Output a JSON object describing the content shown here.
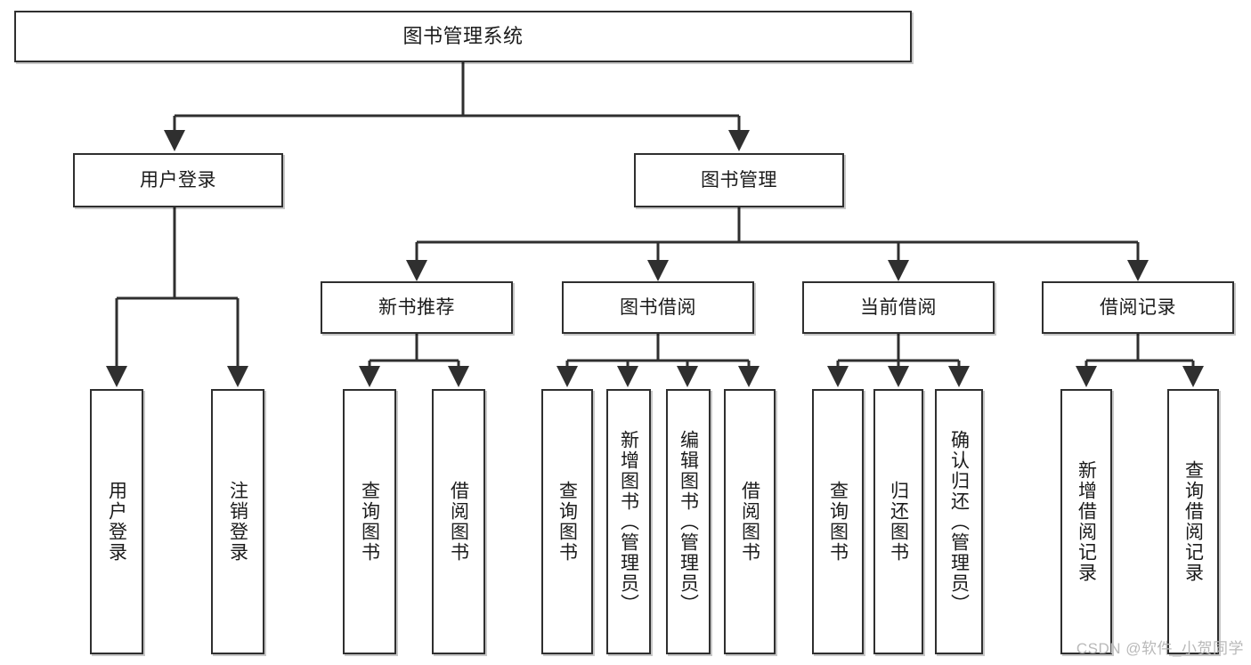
{
  "diagram": {
    "title": "图书管理系统",
    "type": "tree",
    "colors": {
      "box_border": "#2f2f2f",
      "box_fill": "#ffffff",
      "edge": "#2f2f2f",
      "text": "#1b1b1b",
      "watermark": "#b9b9b9"
    },
    "levels": {
      "root": "图书管理系统",
      "level2": [
        "用户登录",
        "图书管理"
      ],
      "level3": [
        "新书推荐",
        "图书借阅",
        "当前借阅",
        "借阅记录"
      ]
    },
    "nodes": {
      "root": {
        "label": "图书管理系统",
        "orientation": "horizontal"
      },
      "user_login": {
        "label": "用户登录",
        "orientation": "horizontal"
      },
      "book_manage": {
        "label": "图书管理",
        "orientation": "horizontal"
      },
      "new_book_rec": {
        "label": "新书推荐",
        "orientation": "horizontal"
      },
      "book_borrow": {
        "label": "图书借阅",
        "orientation": "horizontal"
      },
      "current_borrow": {
        "label": "当前借阅",
        "orientation": "horizontal"
      },
      "borrow_record": {
        "label": "借阅记录",
        "orientation": "horizontal"
      },
      "leaf_user_login": {
        "label": "用户登录",
        "orientation": "vertical"
      },
      "leaf_logout": {
        "label": "注销登录",
        "orientation": "vertical"
      },
      "leaf_query_book_rec": {
        "label": "查询图书",
        "orientation": "vertical"
      },
      "leaf_borrow_book_rec": {
        "label": "借阅图书",
        "orientation": "vertical"
      },
      "leaf_query_book_borrow": {
        "label": "查询图书",
        "orientation": "vertical"
      },
      "leaf_add_book": {
        "label": "新增图书（管理员）",
        "orientation": "vertical"
      },
      "leaf_edit_book": {
        "label": "编辑图书（管理员）",
        "orientation": "vertical"
      },
      "leaf_borrow_book": {
        "label": "借阅图书",
        "orientation": "vertical"
      },
      "leaf_query_book_cur": {
        "label": "查询图书",
        "orientation": "vertical"
      },
      "leaf_return_book": {
        "label": "归还图书",
        "orientation": "vertical"
      },
      "leaf_confirm_return": {
        "label": "确认归还（管理员）",
        "orientation": "vertical"
      },
      "leaf_add_record": {
        "label": "新增借阅记录",
        "orientation": "vertical"
      },
      "leaf_query_record": {
        "label": "查询借阅记录",
        "orientation": "vertical"
      }
    },
    "watermark": "CSDN @软件_小贺同学"
  }
}
